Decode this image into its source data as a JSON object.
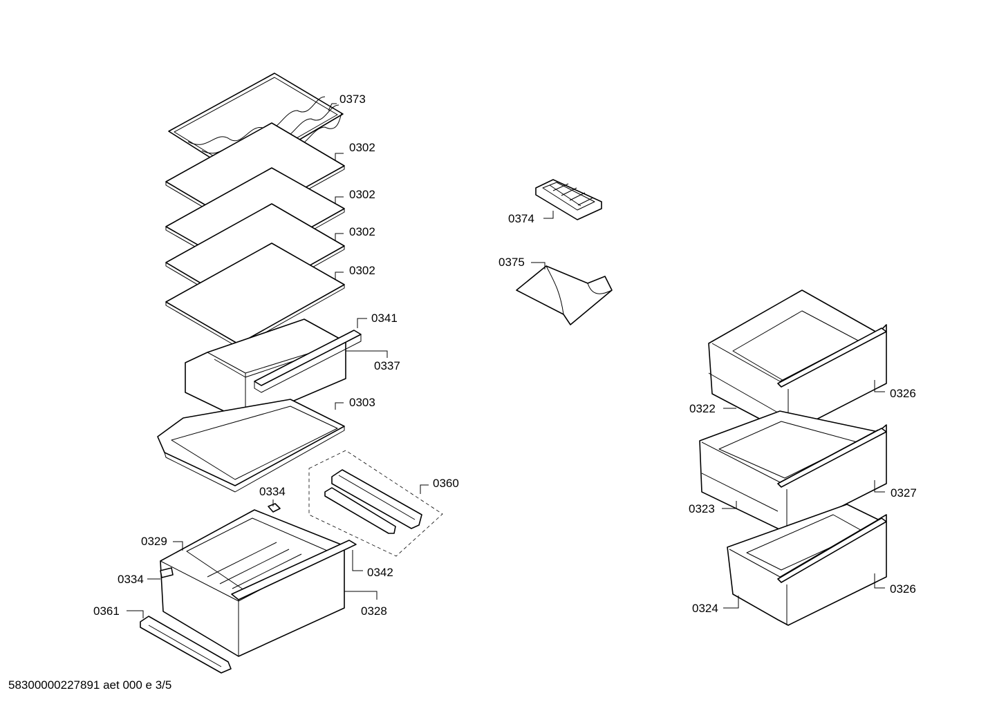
{
  "footer_text": "58300000227891 aet 000 e 3/5",
  "callouts": {
    "c0373": "0373",
    "c0302a": "0302",
    "c0302b": "0302",
    "c0302c": "0302",
    "c0302d": "0302",
    "c0341": "0341",
    "c0337": "0337",
    "c0303": "0303",
    "c0334a": "0334",
    "c0360": "0360",
    "c0329": "0329",
    "c0334b": "0334",
    "c0342": "0342",
    "c0361": "0361",
    "c0328": "0328",
    "c0374": "0374",
    "c0375": "0375",
    "c0326a": "0326",
    "c0322": "0322",
    "c0327": "0327",
    "c0323": "0323",
    "c0326b": "0326",
    "c0324": "0324"
  }
}
